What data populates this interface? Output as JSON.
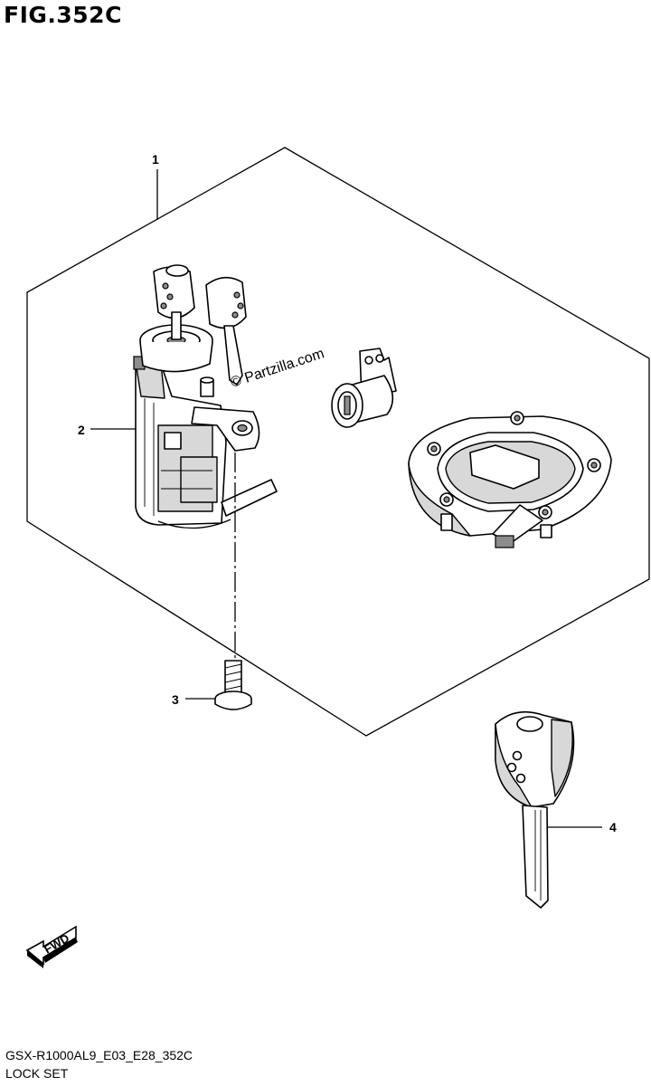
{
  "figure": {
    "title": "FIG.352C",
    "model_code": "GSX-R1000AL9_E03_E28_352C",
    "section_name": "LOCK SET"
  },
  "callouts": [
    {
      "number": "1",
      "part": "lock set assembly"
    },
    {
      "number": "2",
      "part": "ignition switch"
    },
    {
      "number": "3",
      "part": "screw"
    },
    {
      "number": "4",
      "part": "key blank"
    }
  ],
  "watermark": "© Partzilla.com",
  "direction_marker": "FWD"
}
